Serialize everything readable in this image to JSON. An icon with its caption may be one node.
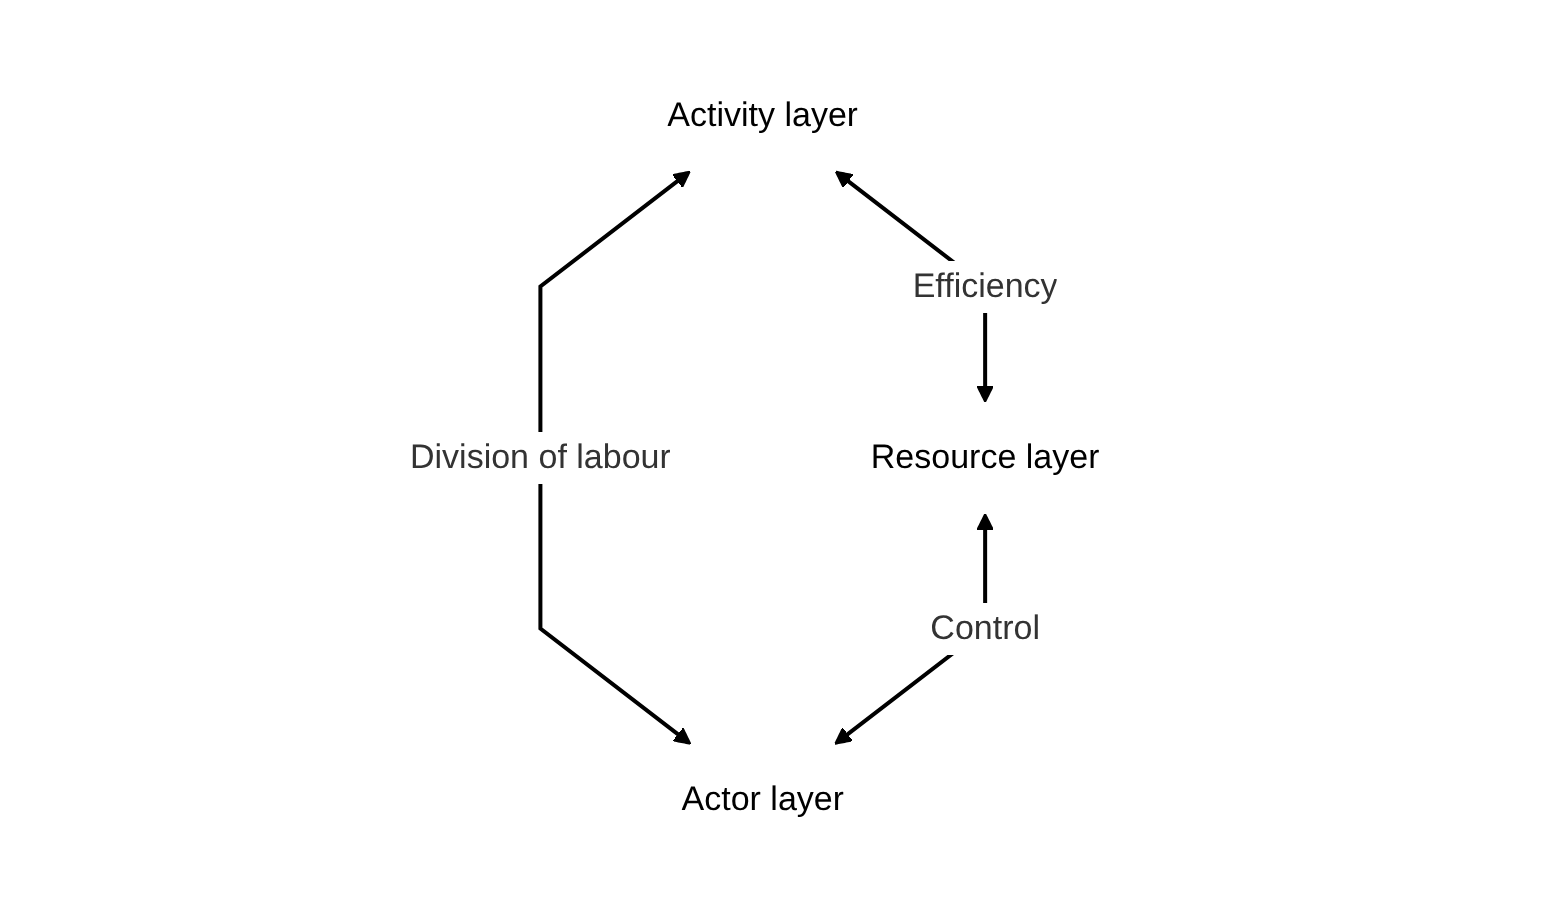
{
  "diagram": {
    "nodes": [
      {
        "text": [
          "Activity layer"
        ]
      },
      {
        "text": [
          "Resource layer"
        ]
      },
      {
        "text": [
          "Actor layer"
        ]
      }
    ],
    "edges": [
      {
        "from": 0,
        "to": 1,
        "arrow": "both",
        "label": "Efficiency"
      },
      {
        "from": 0,
        "to": 2,
        "arrow": "both",
        "label": "Division of labour"
      },
      {
        "from": 1,
        "to": 2,
        "arrow": "both",
        "label": "Control"
      }
    ]
  }
}
